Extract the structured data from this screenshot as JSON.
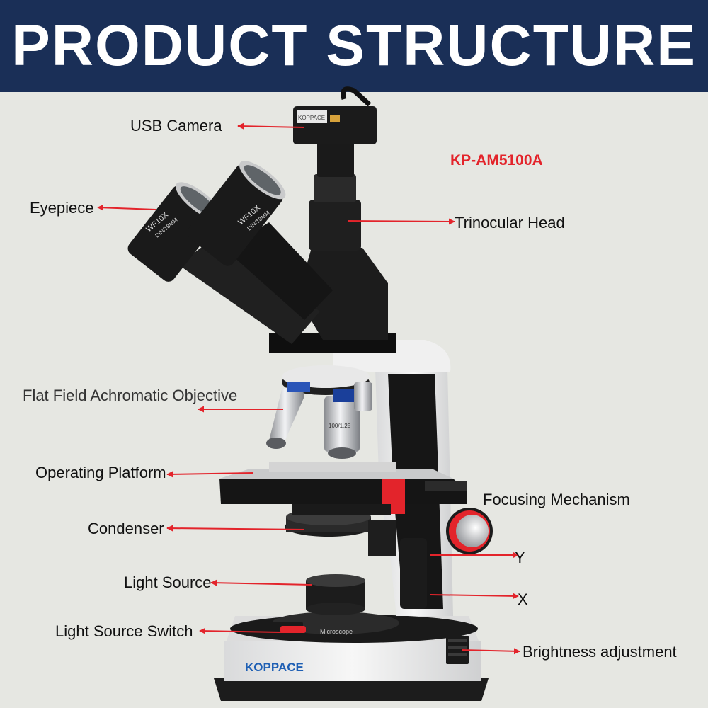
{
  "header": {
    "title": "PRODUCT STRUCTURE"
  },
  "model": "KP-AM5100A",
  "brand": "KOPPACE",
  "camera_brand": "KOPPACE",
  "eyepiece_text": [
    "WF10X",
    "DIN/18MM"
  ],
  "objective_text": "100/1.25",
  "base_text": "Microscope",
  "colors": {
    "header_bg": "#1a2f57",
    "background": "#e6e7e2",
    "arrow": "#e3242b",
    "model_text": "#e3242b"
  },
  "labels": {
    "usb_camera": "USB Camera",
    "eyepiece": "Eyepiece",
    "trinocular_head": "Trinocular Head",
    "objective": "Flat Field Achromatic Objective",
    "platform": "Operating Platform",
    "focusing": "Focusing Mechanism",
    "condenser": "Condenser",
    "y": "Y",
    "light_source": "Light Source",
    "x": "X",
    "switch": "Light Source Switch",
    "brightness": "Brightness adjustment"
  }
}
